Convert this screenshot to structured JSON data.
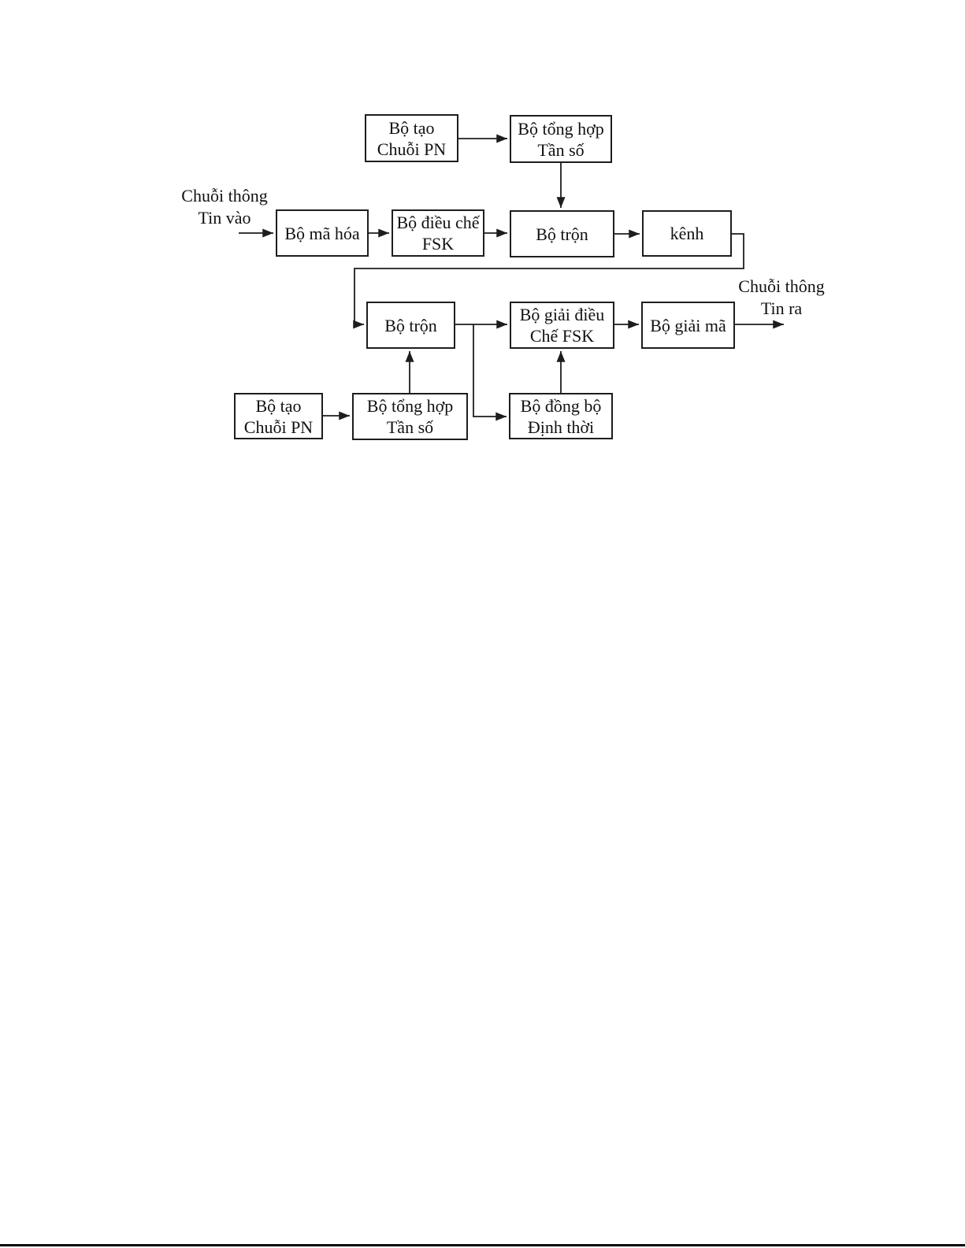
{
  "diagram": {
    "title_semantic": "FHSS transmit/receive block diagram",
    "colors": {
      "line": "#1d1d1d",
      "background": "#ffffff",
      "text": "#111111"
    },
    "nodes": {
      "pn_top": {
        "line1": "Bộ tạo",
        "line2": "Chuỗi PN"
      },
      "synth_top": {
        "line1": "Bộ tổng hợp",
        "line2": "Tần số"
      },
      "encoder": {
        "line1": "Bộ mã hóa"
      },
      "fsk_mod": {
        "line1": "Bộ điều chế",
        "line2": "FSK"
      },
      "mixer_tx": {
        "line1": "Bộ trộn"
      },
      "channel": {
        "line1": "kênh"
      },
      "mixer_rx": {
        "line1": "Bộ trộn"
      },
      "fsk_demod": {
        "line1": "Bộ giải điều",
        "line2": "Chế FSK"
      },
      "decoder": {
        "line1": "Bộ giải mã"
      },
      "pn_bottom": {
        "line1": "Bộ tạo",
        "line2": "Chuỗi PN"
      },
      "synth_bottom": {
        "line1": "Bộ tổng hợp",
        "line2": "Tần số"
      },
      "sync": {
        "line1": "Bộ đồng bộ",
        "line2": "Định thời"
      }
    },
    "labels": {
      "input": {
        "line1": "Chuỗi thông",
        "line2": "Tin vào"
      },
      "output": {
        "line1": "Chuỗi thông",
        "line2": "Tin ra"
      }
    }
  }
}
